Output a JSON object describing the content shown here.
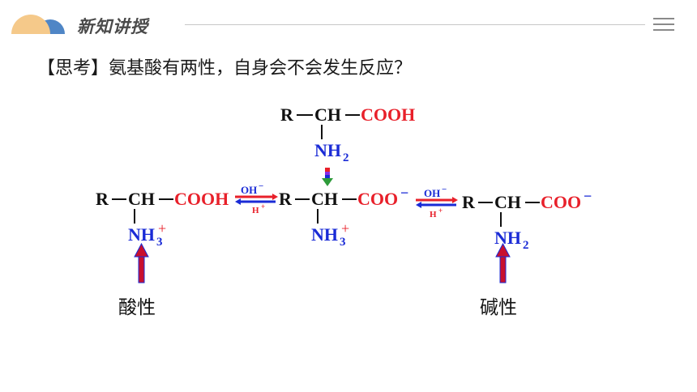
{
  "header": {
    "title": "新知讲授",
    "colors": {
      "logo_orange": "#F5C98A",
      "logo_blue": "#4F86C6",
      "title_gray": "#4a4a4a"
    }
  },
  "question": "【思考】氨基酸有两性，自身会不会发生反应？",
  "formula_top": {
    "r": "R",
    "bond1": "—",
    "ch": "CH",
    "bond2": "—",
    "cooh": "COOH",
    "nh": "NH",
    "sub": "2"
  },
  "formula_left": {
    "r": "R",
    "bond1": "—",
    "ch": "CH",
    "bond2": "—",
    "cooh": "COOH",
    "nh": "NH",
    "sub": "3",
    "charge": "+"
  },
  "formula_middle": {
    "r": "R",
    "bond1": "—",
    "ch": "CH",
    "bond2": "—",
    "coo": "COO",
    "coo_charge": "−",
    "nh": "NH",
    "sub": "3",
    "charge": "+"
  },
  "formula_right": {
    "r": "R",
    "bond1": "—",
    "ch": "CH",
    "bond2": "—",
    "coo": "COO",
    "coo_charge": "−",
    "nh": "NH",
    "sub": "2"
  },
  "arrows": {
    "left": {
      "top_label": "OH",
      "top_charge": "−",
      "bottom_label": "H",
      "bottom_charge": "+"
    },
    "right": {
      "top_label": "OH",
      "top_charge": "−",
      "bottom_label": "H",
      "bottom_charge": "+"
    }
  },
  "labels": {
    "acidic": "酸性",
    "basic": "碱性"
  },
  "colors": {
    "black": "#111111",
    "red": "#E8202A",
    "blue": "#1A2BD6",
    "arrow_red": "#C8102E"
  }
}
